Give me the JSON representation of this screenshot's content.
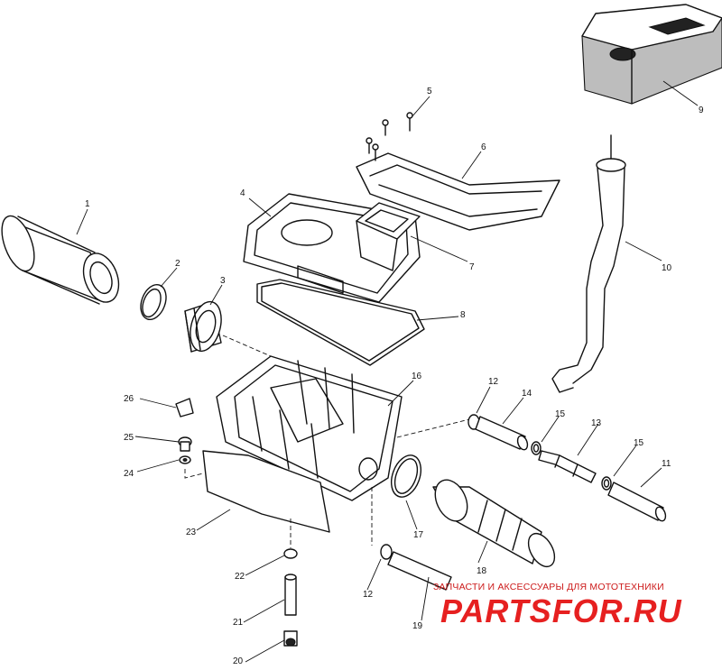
{
  "diagram": {
    "type": "exploded parts diagram",
    "callouts": [
      "1",
      "2",
      "3",
      "4",
      "5",
      "6",
      "7",
      "8",
      "9",
      "10",
      "11",
      "12",
      "13",
      "14",
      "15",
      "15",
      "16",
      "17",
      "18",
      "12",
      "19",
      "20",
      "21",
      "22",
      "23",
      "24",
      "25",
      "26"
    ]
  },
  "watermark": {
    "tagline": "ЗАПЧАСТИ И АКСЕССУАРЫ ДЛЯ МОТОТЕХНИКИ",
    "brand": "PARTSFOR.RU"
  }
}
